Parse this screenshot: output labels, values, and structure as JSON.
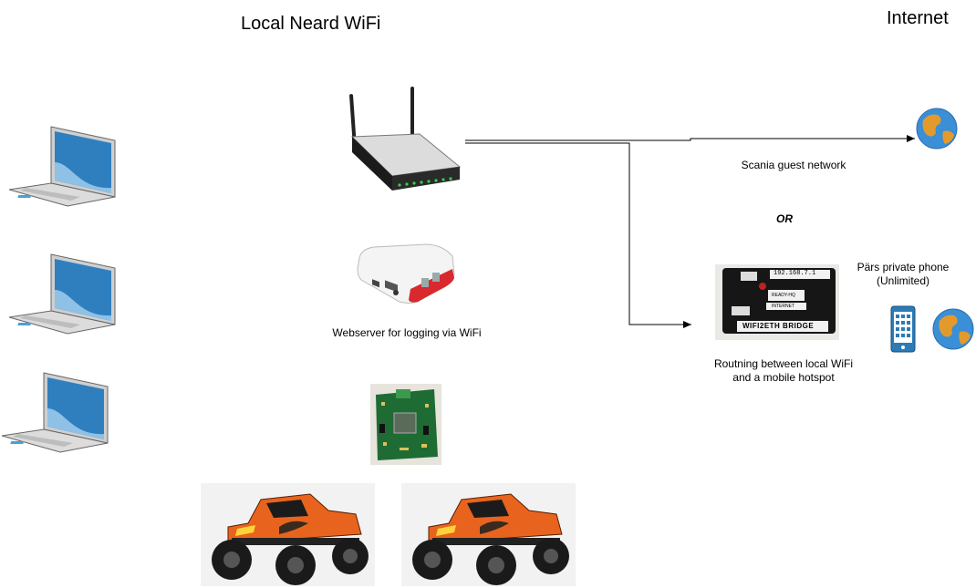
{
  "titles": {
    "local": "Local Neard WiFi",
    "internet": "Internet"
  },
  "labels": {
    "webserver": "Webserver for logging via WiFi",
    "scania": "Scania guest network",
    "or": "OR",
    "phone_line1": "Pärs private phone",
    "phone_line2": "(Unlimited)",
    "routing_line1": "Routning between local WiFi",
    "routing_line2": "and a mobile hotspot",
    "bridge_ip": "192.168.7.1",
    "bridge_status": "READY-HQ",
    "bridge_sub": "INTERNET",
    "bridge_name": "WIFI2ETH BRIDGE"
  },
  "icons": [
    "laptop-icon",
    "router-icon",
    "raspberry-pi-icon",
    "circuit-board-icon",
    "rc-truck-icon",
    "globe-icon",
    "smartphone-icon",
    "bridge-device-icon"
  ],
  "colors": {
    "laptop_screen": "#2f7fbf",
    "laptop_body": "#d8d8d8",
    "truck_orange": "#e8641e",
    "pi_red": "#d8292f",
    "board_green": "#1f6b34",
    "globe_blue": "#3a8fd6",
    "globe_land": "#e39a2d",
    "phone_blue": "#2c7bb6"
  }
}
